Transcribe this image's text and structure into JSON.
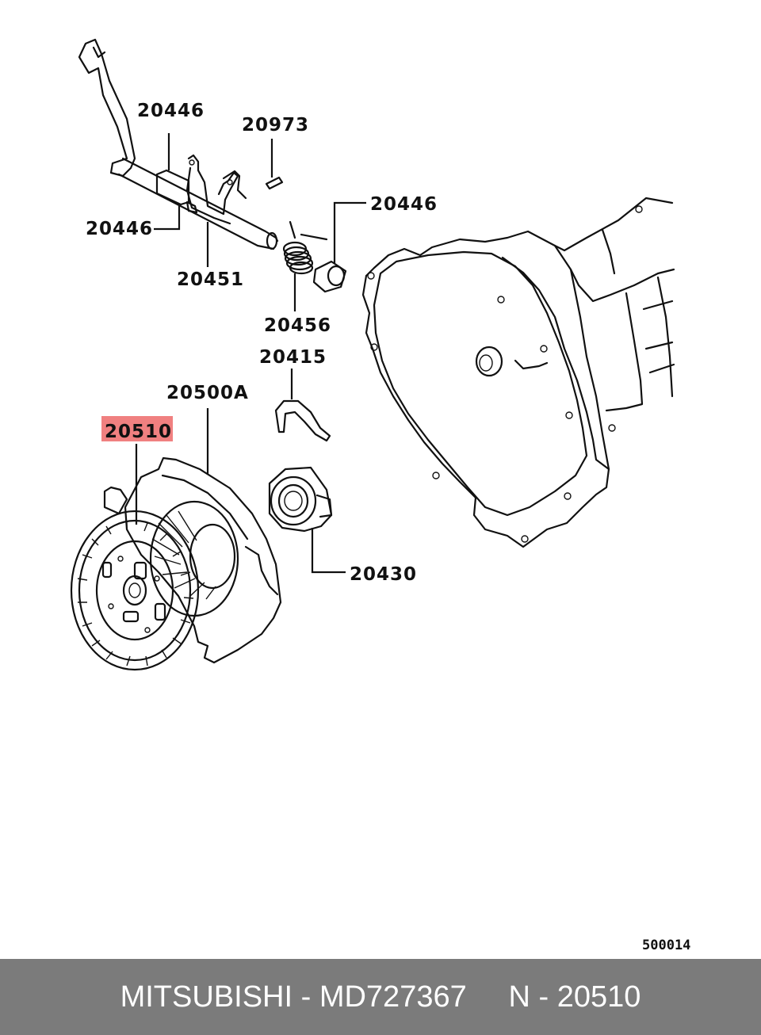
{
  "callouts": {
    "p20446_top": "20446",
    "p20973": "20973",
    "p20446_right": "20446",
    "p20446_left": "20446",
    "p20451": "20451",
    "p20456": "20456",
    "p20415": "20415",
    "p20500a": "20500A",
    "p20510": "20510",
    "p20430": "20430"
  },
  "highlight_color": "#f08080",
  "diagram_code": "500014",
  "footer": {
    "text": "MITSUBISHI - MD727367     N - 20510",
    "background": "#7b7b7b"
  }
}
